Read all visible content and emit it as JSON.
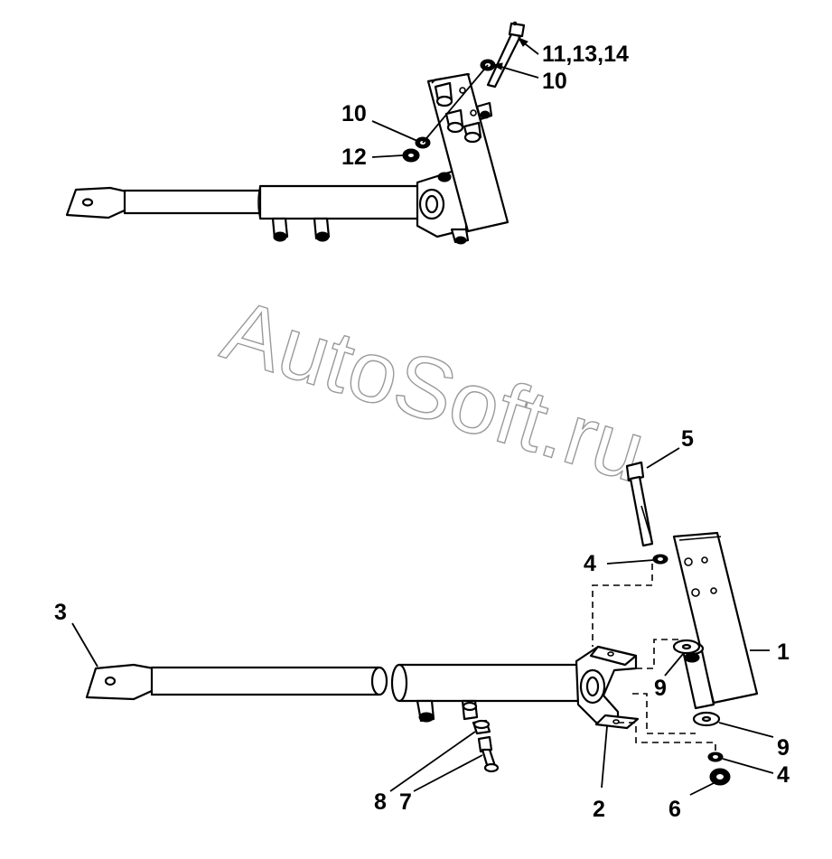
{
  "watermark": "AutoSoft.ru",
  "callouts": {
    "top": [
      {
        "id": "c-11-13-14",
        "text": "11,13,14"
      },
      {
        "id": "c-10-right",
        "text": "10"
      },
      {
        "id": "c-10-left",
        "text": "10"
      },
      {
        "id": "c-12",
        "text": "12"
      }
    ],
    "bottom": [
      {
        "id": "c-5",
        "text": "5"
      },
      {
        "id": "c-4-upper",
        "text": "4"
      },
      {
        "id": "c-3",
        "text": "3"
      },
      {
        "id": "c-1",
        "text": "1"
      },
      {
        "id": "c-9-upper",
        "text": "9"
      },
      {
        "id": "c-9-lower",
        "text": "9"
      },
      {
        "id": "c-4-lower",
        "text": "4"
      },
      {
        "id": "c-8",
        "text": "8"
      },
      {
        "id": "c-7",
        "text": "7"
      },
      {
        "id": "c-2",
        "text": "2"
      },
      {
        "id": "c-6",
        "text": "6"
      }
    ]
  }
}
